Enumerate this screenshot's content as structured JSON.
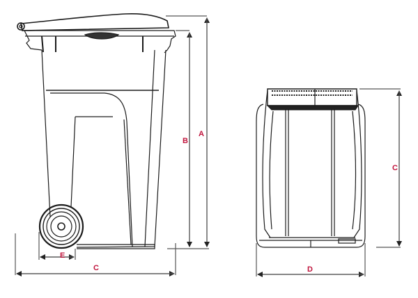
{
  "diagram": {
    "title": "Wheelie bin dimension drawing",
    "colors": {
      "line": "#1a1a1a",
      "dimension_line": "#555555",
      "label": "#c0143c"
    },
    "views": [
      {
        "name": "side-view",
        "description": "Side elevation of two-wheeled waste bin with lid, handle and wheel"
      },
      {
        "name": "front-view",
        "description": "Front elevation of the same waste bin"
      }
    ],
    "dimensions": {
      "A": "A",
      "B": "B",
      "C_side": "C",
      "E": "E",
      "C_front": "C",
      "D": "D"
    }
  }
}
